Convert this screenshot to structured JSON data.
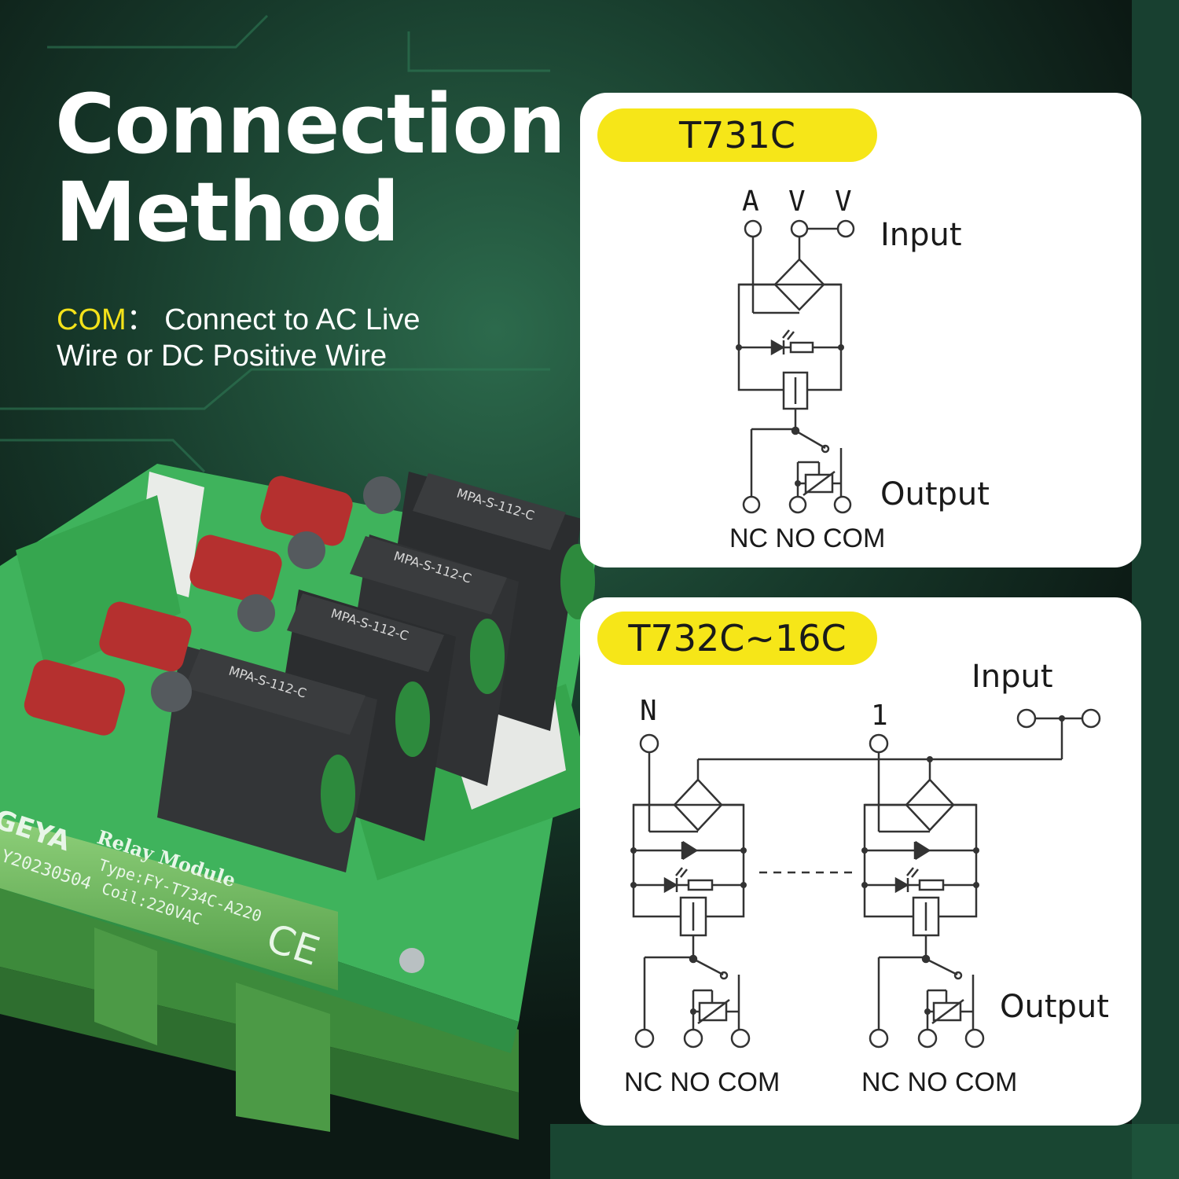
{
  "headline": {
    "line1": "Connection",
    "line2": "Method"
  },
  "note": {
    "key": "COM",
    "separator": "：",
    "line1": " Connect to AC Live",
    "line2": "Wire or DC Positive Wire"
  },
  "product_labels": {
    "brand": "GEYA",
    "batch": "Y20230504",
    "module_title": "Relay Module",
    "type": "Type:FY-T734C-A220",
    "coil": "Coil:220VAC",
    "cert": "CE",
    "relay_model": "MPA-S-112-C"
  },
  "diagram_1": {
    "model": "T731C",
    "terminals": {
      "a": "A",
      "v1": "V",
      "v2": "V"
    },
    "input_label": "Input",
    "output_label": "Output",
    "contacts": "NC NO COM"
  },
  "diagram_2": {
    "model": "T732C~16C",
    "terminals": {
      "n": "N",
      "one": "1"
    },
    "input_label": "Input",
    "output_label": "Output",
    "contacts_left": "NC NO COM",
    "contacts_right": "NC NO COM"
  },
  "colors": {
    "highlight": "#f6e618",
    "card": "#ffffff",
    "board_green": "#3cb05a",
    "background": "#0f1d18"
  }
}
